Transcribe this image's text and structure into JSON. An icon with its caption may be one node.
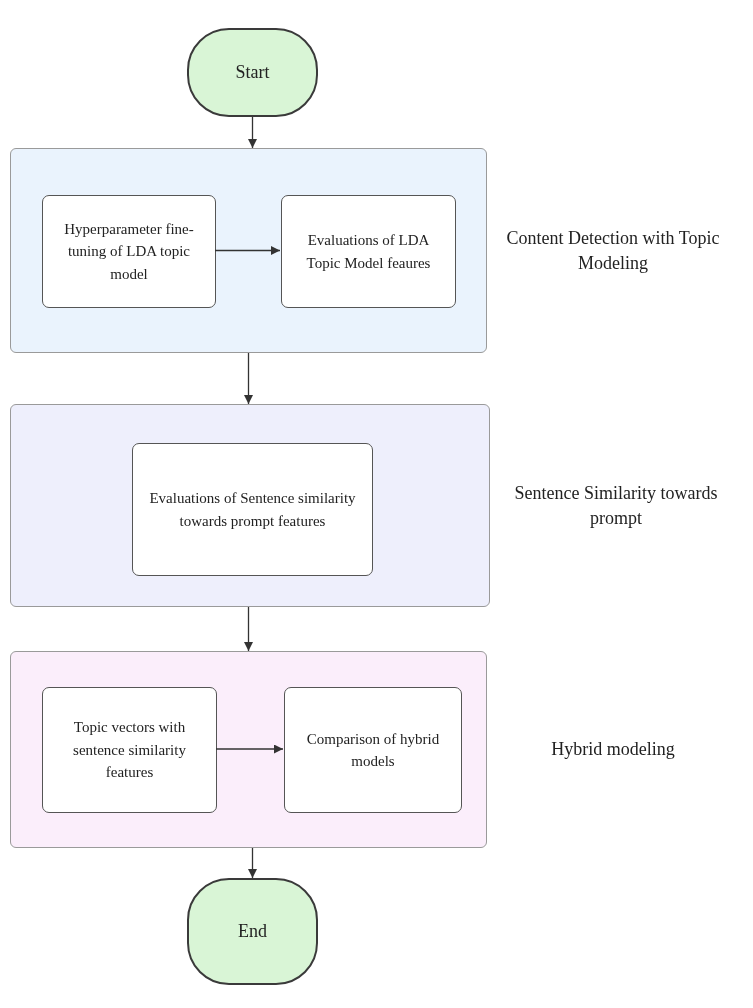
{
  "diagram": {
    "nodes": [
      {
        "text": [
          "Start"
        ]
      },
      {
        "text": [
          "Content Detection with Topic Modeling"
        ]
      },
      {
        "text": [
          "Hyperparameter fine-tuning of LDA topic model"
        ],
        "in": 1
      },
      {
        "text": [
          "Evaluations of LDA Topic Model feaures"
        ],
        "in": 1
      },
      {
        "text": [
          "Sentence Similarity towards prompt"
        ]
      },
      {
        "text": [
          "Evaluations of Sentence similarity towards prompt features"
        ],
        "in": 4
      },
      {
        "text": [
          "Hybrid modeling"
        ]
      },
      {
        "text": [
          "Topic vectors with sentence similarity features"
        ],
        "in": 6
      },
      {
        "text": [
          "Comparison of hybrid models"
        ],
        "in": 6
      },
      {
        "text": [
          "End"
        ]
      }
    ],
    "edges": [
      {
        "from": 0,
        "to": 1,
        "arrow": "to"
      },
      {
        "from": 2,
        "to": 3,
        "arrow": "to"
      },
      {
        "from": 1,
        "to": 4,
        "arrow": "to"
      },
      {
        "from": 4,
        "to": 6,
        "arrow": "to"
      },
      {
        "from": 7,
        "to": 8,
        "arrow": "to"
      },
      {
        "from": 6,
        "to": 9,
        "arrow": "to"
      }
    ]
  }
}
